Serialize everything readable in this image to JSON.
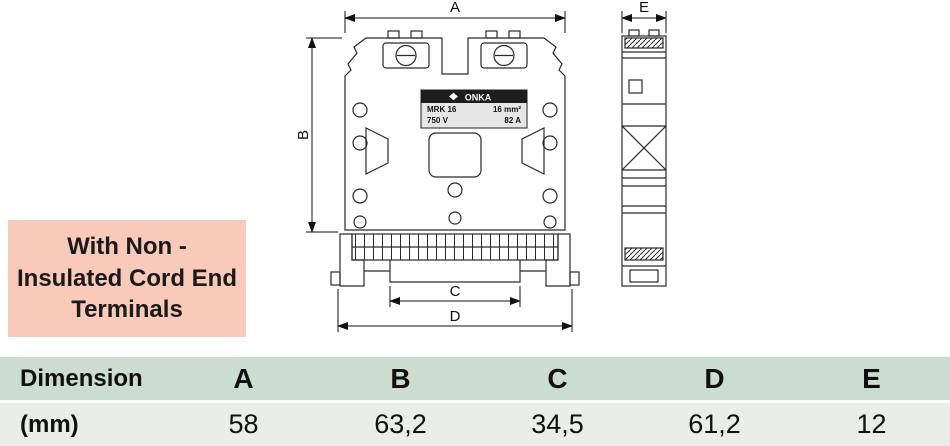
{
  "note": {
    "lines": [
      "With Non -",
      "Insulated Cord End",
      "Terminals"
    ]
  },
  "drawing": {
    "dims": {
      "a": "A",
      "b": "B",
      "c": "C",
      "d": "D",
      "e": "E"
    },
    "marking": {
      "brand": "ONKA",
      "model": "MRK 16",
      "cross_section": "16 mm²",
      "voltage": "750 V",
      "current": "82 A"
    }
  },
  "table": {
    "header_line1": "Dimension",
    "header_line2": "(mm)",
    "columns": [
      "A",
      "B",
      "C",
      "D",
      "E"
    ],
    "values": [
      "58",
      "63,2",
      "34,5",
      "61,2",
      "12"
    ]
  },
  "colors": {
    "note_bg": "#f9c9ba",
    "table_header_bg": "#cbdcd1",
    "table_values_bg": "#e8efe9",
    "line_color": "#2a2a2a"
  }
}
